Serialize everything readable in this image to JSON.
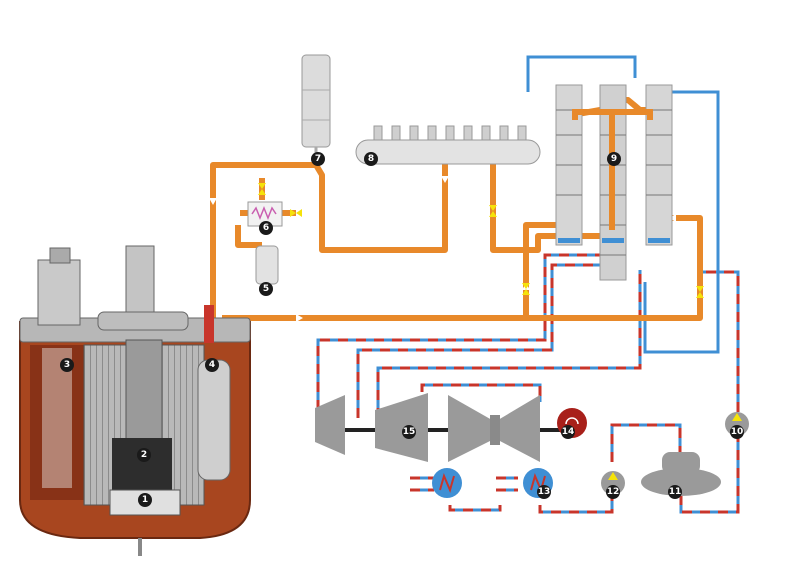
{
  "colors": {
    "primary_loop": "#e8892a",
    "secondary_cold": "#3f8fd4",
    "secondary_hot": "#c8352b",
    "vessel": "#a8461f",
    "steel": "#9a9a9a",
    "valve": "#f5e20a",
    "marker_bg": "#1a1a1a"
  },
  "markers": [
    {
      "id": "m1",
      "label": "1"
    },
    {
      "id": "m2",
      "label": "2"
    },
    {
      "id": "m3",
      "label": "3"
    },
    {
      "id": "m4",
      "label": "4"
    },
    {
      "id": "m5",
      "label": "5"
    },
    {
      "id": "m6",
      "label": "6"
    },
    {
      "id": "m7",
      "label": "7"
    },
    {
      "id": "m8",
      "label": "8"
    },
    {
      "id": "m9",
      "label": "9"
    },
    {
      "id": "m10",
      "label": "10"
    },
    {
      "id": "m11",
      "label": "11"
    },
    {
      "id": "m12",
      "label": "12"
    },
    {
      "id": "m13",
      "label": "13"
    },
    {
      "id": "m14",
      "label": "14"
    },
    {
      "id": "m15",
      "label": "15"
    }
  ]
}
